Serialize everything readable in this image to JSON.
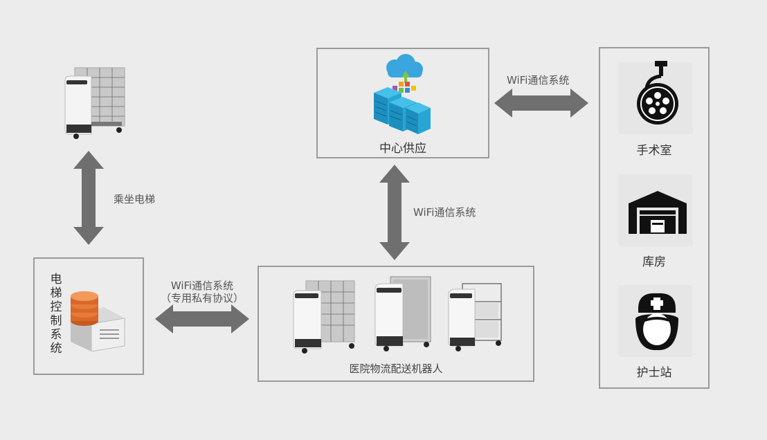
{
  "central": {
    "label": "中心供应"
  },
  "lift": {
    "label": "乘坐电梯"
  },
  "elevator_control": {
    "label_chars": [
      "电",
      "梯",
      "控",
      "制",
      "系",
      "统"
    ]
  },
  "robots": {
    "label": "医院物流配送机器人"
  },
  "links": {
    "wifi_top": "WiFi通信系统",
    "wifi_vertical": "WiFi通信系统",
    "wifi_left_line1": "WiFi通信系统",
    "wifi_left_line2": "（专用私有协议）"
  },
  "destinations": [
    {
      "label": "手术室",
      "icon": "surgical-lamp-icon"
    },
    {
      "label": "库房",
      "icon": "warehouse-icon"
    },
    {
      "label": "护士站",
      "icon": "nurse-icon"
    }
  ]
}
